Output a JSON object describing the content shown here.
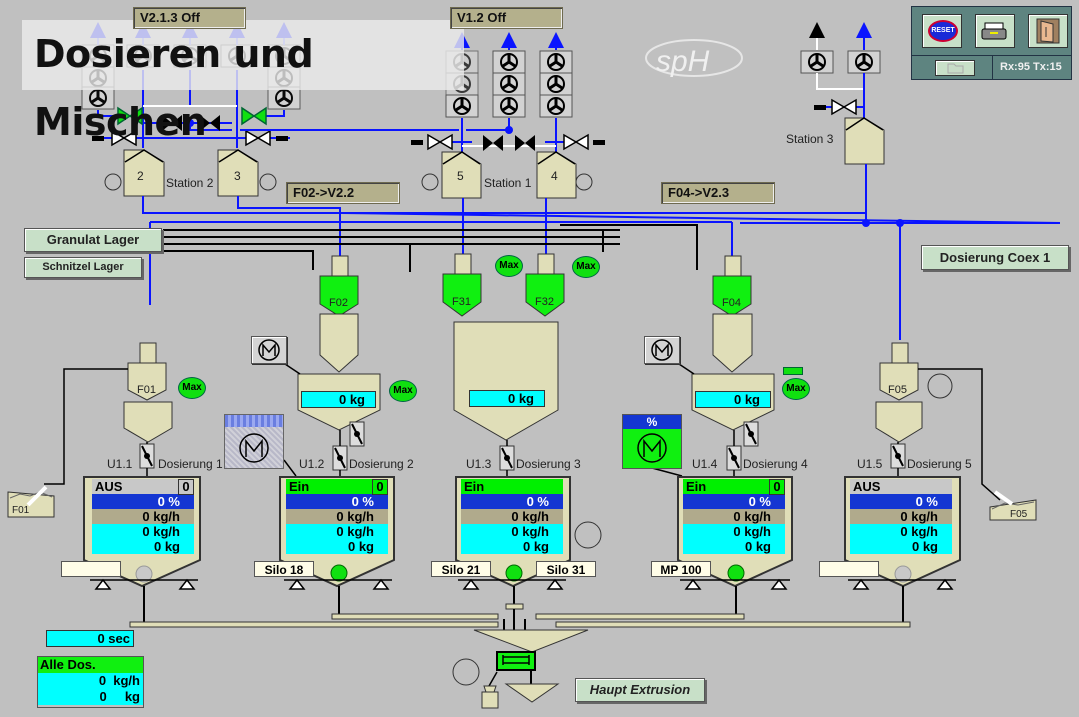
{
  "page": {
    "title": "Dosieren und Mischen"
  },
  "toolbar": {
    "reset_label": "RESET",
    "print_icon": "printer-icon",
    "exit_icon": "door-exit-icon",
    "folder_icon": "folder-icon",
    "status": "Rx:95 Tx:15"
  },
  "logo": {
    "text": "spH"
  },
  "valve_labels": {
    "v213": "V2.1.3 Off",
    "v12": "V1.2 Off",
    "f02_route": "F02->V2.2",
    "f04_route": "F04->V2.3"
  },
  "stations": {
    "station1": "Station 1",
    "station2": "Station 2",
    "station3": "Station 3",
    "hopper_numbers": [
      "2",
      "3",
      "5",
      "4"
    ]
  },
  "buttons": {
    "granulat": "Granulat Lager",
    "schnitzel": "Schnitzel Lager",
    "coex": "Dosierung Coex 1",
    "haupt": "Haupt Extrusion"
  },
  "feeders": {
    "F01": "F01",
    "F02": "F02",
    "F31": "F31",
    "F32": "F32",
    "F04": "F04",
    "F05": "F05",
    "max_label": "Max"
  },
  "intermediate": {
    "f02_weight": "0 kg",
    "f3x_weight": "0 kg",
    "f04_weight": "0 kg",
    "motor_percent_label": "%"
  },
  "dosing_units": [
    {
      "unit": "U1.1",
      "name": "Dosierung 1",
      "state": "AUS",
      "count": "0",
      "percent": "0 %",
      "set_rate": "0 kg/h",
      "actual_rate": "0 kg/h",
      "total": "0 kg",
      "silo": "",
      "silo2": ""
    },
    {
      "unit": "U1.2",
      "name": "Dosierung 2",
      "state": "Ein",
      "count": "0",
      "percent": "0 %",
      "set_rate": "0 kg/h",
      "actual_rate": "0 kg/h",
      "total": "0 kg",
      "silo": "Silo 18",
      "silo2": ""
    },
    {
      "unit": "U1.3",
      "name": "Dosierung 3",
      "state": "Ein",
      "count": "",
      "percent": "0 %",
      "set_rate": "0 kg/h",
      "actual_rate": "0 kg/h",
      "total": "0 kg",
      "silo": "Silo 21",
      "silo2": "Silo 31"
    },
    {
      "unit": "U1.4",
      "name": "Dosierung 4",
      "state": "Ein",
      "count": "0",
      "percent": "0 %",
      "set_rate": "0 kg/h",
      "actual_rate": "0 kg/h",
      "total": "0 kg",
      "silo": "MP 100",
      "silo2": ""
    },
    {
      "unit": "U1.5",
      "name": "Dosierung 5",
      "state": "AUS",
      "count": "",
      "percent": "0 %",
      "set_rate": "0 kg/h",
      "actual_rate": "0 kg/h",
      "total": "0 kg",
      "silo": "",
      "silo2": ""
    }
  ],
  "storage_bins": {
    "left": "F01",
    "right": "F05"
  },
  "summary": {
    "timer": "0 sec",
    "all_title": "Alle Dos.",
    "all_rate": "0  kg/h",
    "all_total": "0     kg"
  },
  "colors": {
    "pipe": "#0a14ff",
    "active": "#00f000",
    "hopper": "#e0deb8",
    "display": "#00ffff"
  }
}
